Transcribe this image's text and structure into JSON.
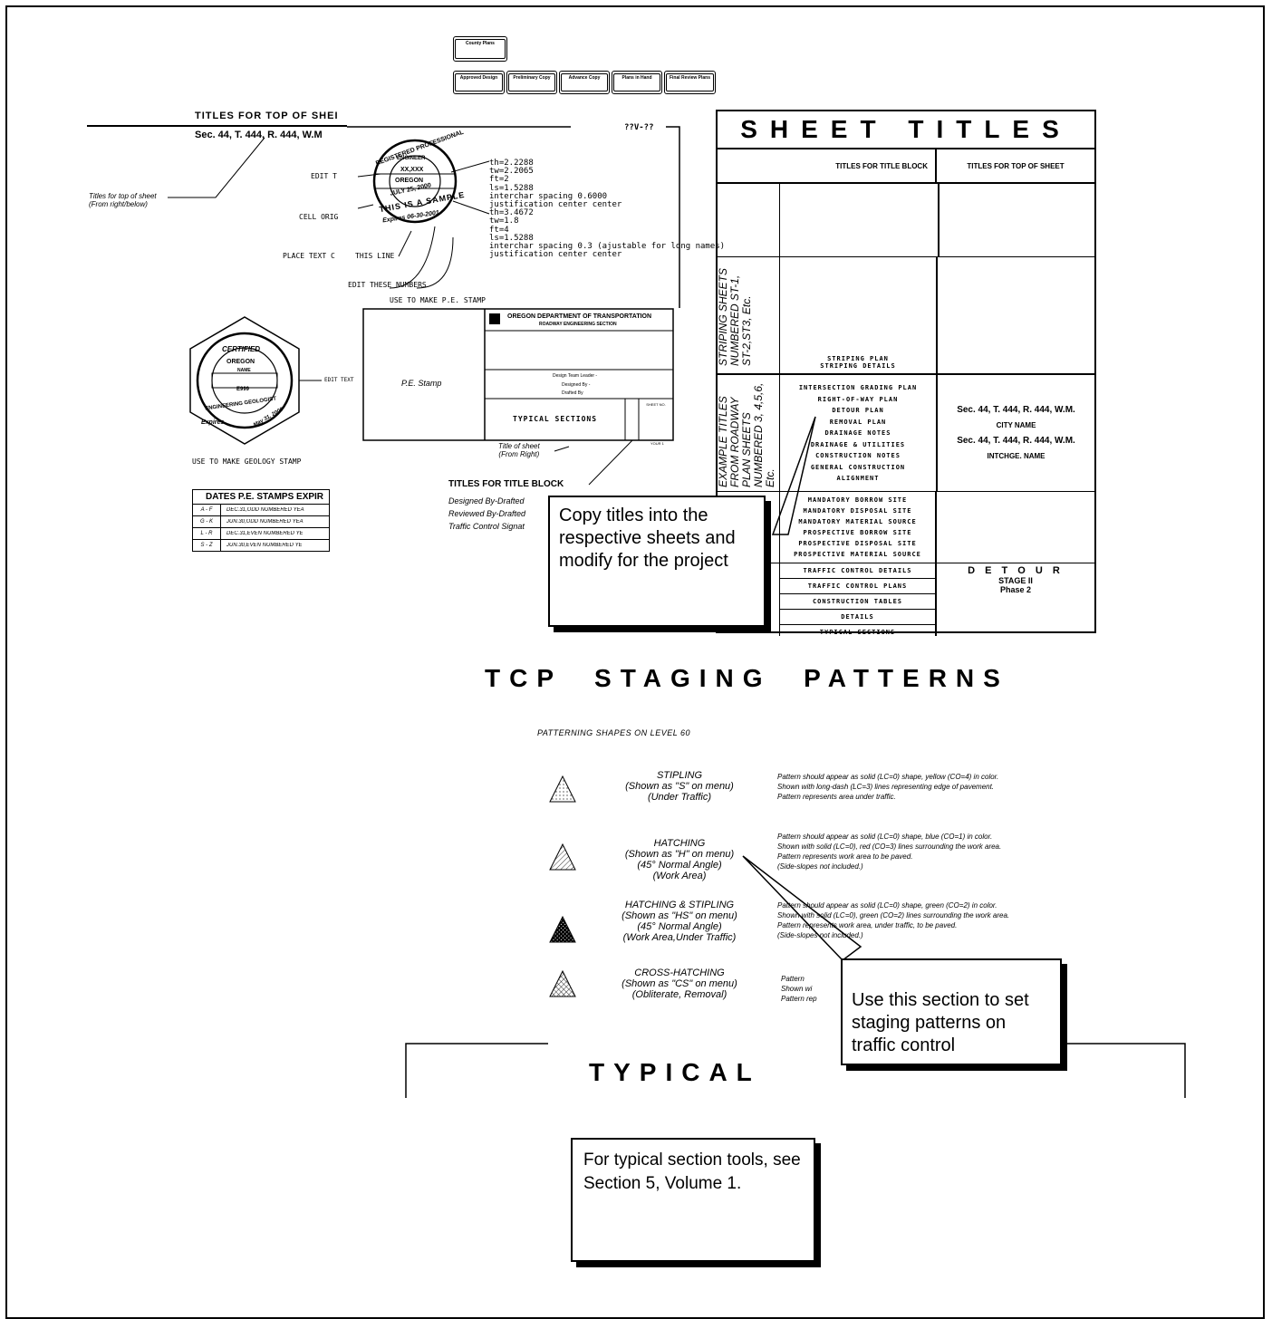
{
  "buttons_row1": [
    "County Plans"
  ],
  "buttons_row2": [
    "Approved Design",
    "Preliminary Copy",
    "Advance Copy",
    "Plans in Hand",
    "Final Review Plans"
  ],
  "top_titles": {
    "header": "TITLES FOR TOP OF SHEI",
    "sub": "Sec. 44, T. 444, R. 444, W.M",
    "note": "Titles for top of sheet\n(From right/below)",
    "box_label": "??V-??"
  },
  "stamp_labels": {
    "edit": "EDIT T",
    "cell_orig": "CELL ORIG",
    "place_text": "PLACE TEXT C",
    "this_line": "THIS LINE",
    "edit_numbers": "EDIT THESE NUMBERS",
    "use_pe": "USE TO MAKE P.E. STAMP",
    "seal_top": "REGISTERED PROFESSIONAL",
    "seal_engineer": "ENGINEER",
    "seal_num": "XX,XXX",
    "seal_oregon": "OREGON",
    "seal_date": "JULY 25, 2000",
    "seal_sample": "THIS IS A SAMPLE",
    "seal_expires": "Expires 06-30-2001"
  },
  "font_specs": [
    "th=2.2288",
    "tw=2.2065",
    "ft=2",
    "ls=1.5288",
    "interchar spacing 0.6000",
    "justification center center",
    "th=3.4672",
    "tw=1.8",
    "ft=4",
    "ls=1.5288",
    "interchar spacing 0.3 (ajustable for long names)",
    "justification center center"
  ],
  "geology": {
    "certified": "CERTIFIED",
    "oregon": "OREGON",
    "name": "NAME",
    "num": "E999",
    "engineering": "ENGINEERING GEOLOGIST",
    "expires": "Expires",
    "date": "May 31, 2000",
    "edit_text": "EDIT TEXT",
    "use": "USE TO MAKE GEOLOGY STAMP"
  },
  "dates_table": {
    "header": "DATES P.E. STAMPS EXPIR",
    "rows": [
      [
        "A - F",
        "DEC.31,ODD NUMBERED YEA"
      ],
      [
        "G - K",
        "JUN.30,ODD NUMBERED YEA"
      ],
      [
        "L - R",
        "DEC.31,EVEN NUMBERED YE"
      ],
      [
        "S - Z",
        "JUN.30,EVEN NUMBERED YE"
      ]
    ]
  },
  "title_block": {
    "odot": "OREGON DEPARTMENT OF TRANSPORTATION",
    "section": "ROADWAY ENGINEERING SECTION",
    "pe_stamp": "P.E. Stamp",
    "team": "Design Team Leader -",
    "designed": "Designed By -",
    "drafted": "Drafted By",
    "title": "TYPICAL SECTIONS",
    "sheet_no": "SHEET NO.",
    "page": "YOUR 1",
    "title_note": "Title of sheet\n(From Right)",
    "titles_for": "TITLES FOR TITLE BLOCK",
    "notes": [
      "Designed By-Drafted",
      "Reviewed By-Drafted",
      "Traffic Control Signat"
    ]
  },
  "sheet_titles": {
    "heading": "SHEET TITLES",
    "col1": "TITLES FOR TITLE BLOCK",
    "col2": "TITLES FOR TOP OF SHEET",
    "striping_label": "STRIPING SHEETS NUMBERED ST-1, ST-2,ST3, Etc.",
    "striping_items": [
      "STRIPING PLAN",
      "STRIPING DETAILS"
    ],
    "example_label": "EXAMPLE TITLES FROM ROADWAY PLAN SHEETS NUMBERED 3, 4,5,6, Etc.",
    "example_items": [
      "INTERSECTION GRADING PLAN",
      "RIGHT-OF-WAY PLAN",
      "DETOUR PLAN",
      "REMOVAL PLAN",
      "DRAINAGE NOTES",
      "DRAINAGE & UTILITIES",
      "CONSTRUCTION NOTES",
      "GENERAL CONSTRUCTION",
      "ALIGNMENT"
    ],
    "example_right": [
      "Sec. 44, T. 444, R. 444, W.M.",
      "CITY NAME",
      "Sec. 44, T. 444, R. 444, W.M.",
      "INTCHGE. NAME"
    ],
    "borrow_items": [
      "MANDATORY BORROW SITE",
      "MANDATORY DISPOSAL SITE",
      "MANDATORY MATERIAL SOURCE",
      "PROSPECTIVE BORROW SITE",
      "PROSPECTIVE DISPOSAL SITE",
      "PROSPECTIVE MATERIAL SOURCE"
    ],
    "traffic_items": [
      "TRAFFIC CONTROL DETAILS",
      "TRAFFIC CONTROL PLANS"
    ],
    "detour": "D E T O U R",
    "stage": "STAGE II",
    "phase": "Phase 2",
    "bottom_items": [
      "CONSTRUCTION TABLES",
      "DETAILS",
      "TYPICAL SECTIONS"
    ]
  },
  "callouts": {
    "copy": "Copy titles into the respective sheets and modify for the project",
    "staging": "Use this section to set staging patterns on traffic control",
    "typical": "For typical section tools, see Section 5, Volume 1."
  },
  "tcp": {
    "heading": "TCP  STAGING  PATTERNS",
    "level": "PATTERNING SHAPES ON LEVEL 60",
    "patterns": [
      {
        "name": [
          "STIPLING",
          "(Shown as \"S\" on menu)",
          "(Under Traffic)"
        ],
        "desc": [
          "Pattern should appear as solid (LC=0) shape, yellow (CO=4) in color.",
          "Shown with long-dash (LC=3) lines representing edge of pavement.",
          "Pattern represents area under traffic."
        ]
      },
      {
        "name": [
          "HATCHING",
          "(Shown as \"H\" on menu)",
          "(45° Normal Angle)",
          "(Work Area)"
        ],
        "desc": [
          "Pattern should appear as solid (LC=0) shape, blue (CO=1) in color.",
          "Shown with solid (LC=0), red (CO=3) lines surrounding the work area.",
          "Pattern represents work area to be paved.",
          "(Side-slopes not included.)"
        ]
      },
      {
        "name": [
          "HATCHING & STIPLING",
          "(Shown as \"HS\" on menu)",
          "(45° Normal Angle)",
          "(Work Area,Under Traffic)"
        ],
        "desc": [
          "Pattern should appear as solid (LC=0) shape, green (CO=2) in color.",
          "Shown with solid (LC=0), green (CO=2) lines surrounding the work area.",
          "Pattern represents work area, under traffic, to be paved.",
          "(Side-slopes not included.)"
        ]
      },
      {
        "name": [
          "CROSS-HATCHING",
          "(Shown as \"CS\" on menu)",
          "(Obliterate, Removal)"
        ],
        "desc": [
          "Pattern",
          "Shown wi",
          "Pattern rep"
        ]
      }
    ]
  },
  "typical_heading": "TYPICAL"
}
